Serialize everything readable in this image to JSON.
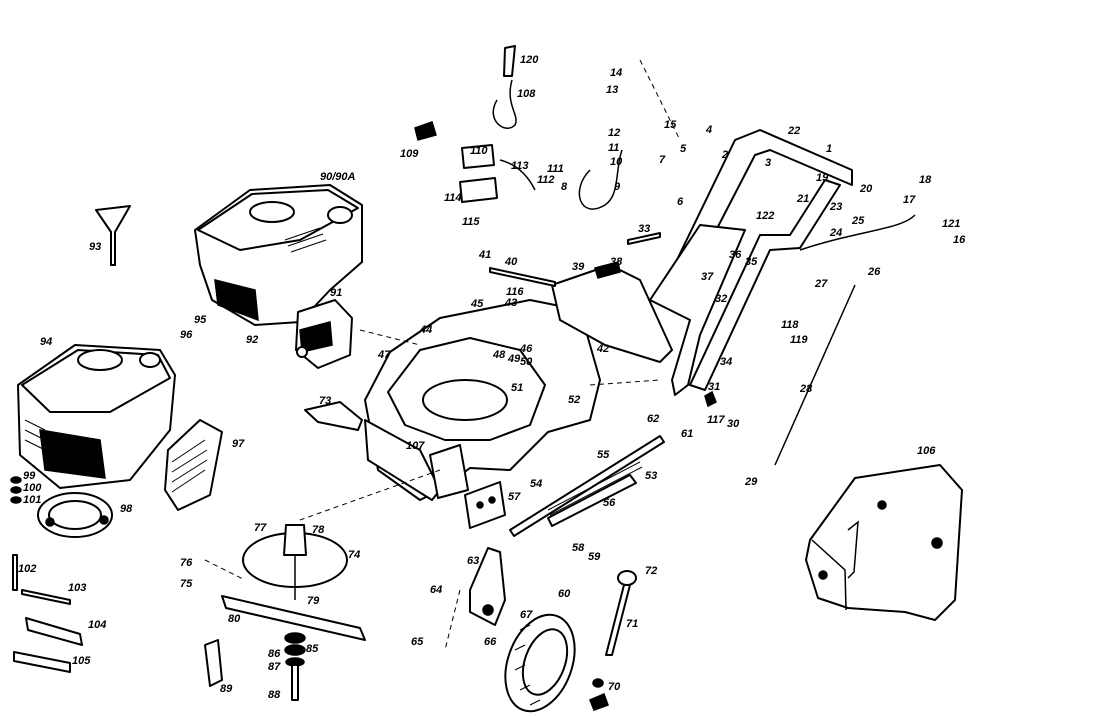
{
  "diagram": {
    "engine_variant_label": "90/90A",
    "part_numbers": [
      "1",
      "2",
      "3",
      "4",
      "5",
      "6",
      "7",
      "8",
      "9",
      "10",
      "11",
      "12",
      "13",
      "14",
      "15",
      "16",
      "17",
      "18",
      "19",
      "20",
      "21",
      "22",
      "23",
      "24",
      "25",
      "26",
      "27",
      "28",
      "29",
      "30",
      "31",
      "32",
      "33",
      "34",
      "35",
      "36",
      "37",
      "38",
      "39",
      "40",
      "41",
      "42",
      "43",
      "44",
      "45",
      "46",
      "47",
      "48",
      "49",
      "50",
      "51",
      "52",
      "53",
      "54",
      "55",
      "56",
      "57",
      "58",
      "59",
      "60",
      "61",
      "62",
      "63",
      "64",
      "65",
      "66",
      "67",
      "70",
      "71",
      "72",
      "73",
      "74",
      "75",
      "76",
      "77",
      "78",
      "79",
      "80",
      "85",
      "86",
      "87",
      "88",
      "89",
      "91",
      "92",
      "93",
      "94",
      "95",
      "96",
      "97",
      "98",
      "99",
      "100",
      "101",
      "102",
      "103",
      "104",
      "105",
      "106",
      "107",
      "108",
      "109",
      "110",
      "111",
      "112",
      "113",
      "114",
      "115",
      "116",
      "117",
      "118",
      "119",
      "120",
      "121",
      "122"
    ]
  }
}
